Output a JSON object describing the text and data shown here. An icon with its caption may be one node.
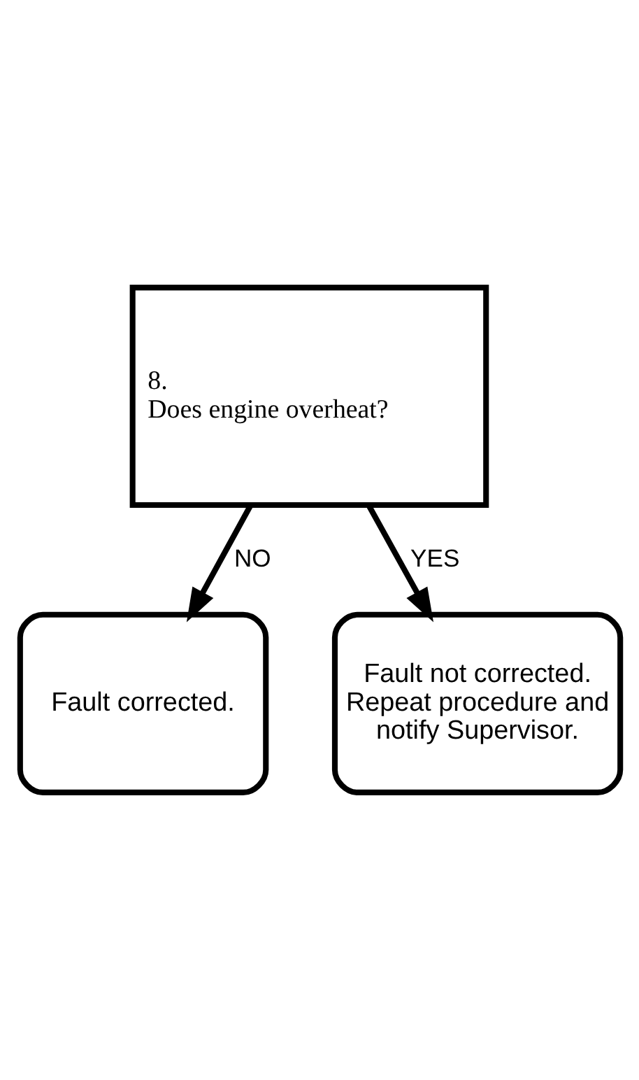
{
  "diagram": {
    "nodes": [
      {
        "text": [
          "8.",
          "Does engine overheat?"
        ]
      },
      {
        "text": [
          "Fault corrected."
        ]
      },
      {
        "text": [
          "Fault not corrected. Repeat procedure and notify Supervisor."
        ]
      }
    ],
    "edges": [
      {
        "from": 0,
        "to": 1,
        "arrow": "to",
        "label": "NO"
      },
      {
        "from": 0,
        "to": 2,
        "arrow": "to",
        "label": "YES"
      }
    ]
  }
}
